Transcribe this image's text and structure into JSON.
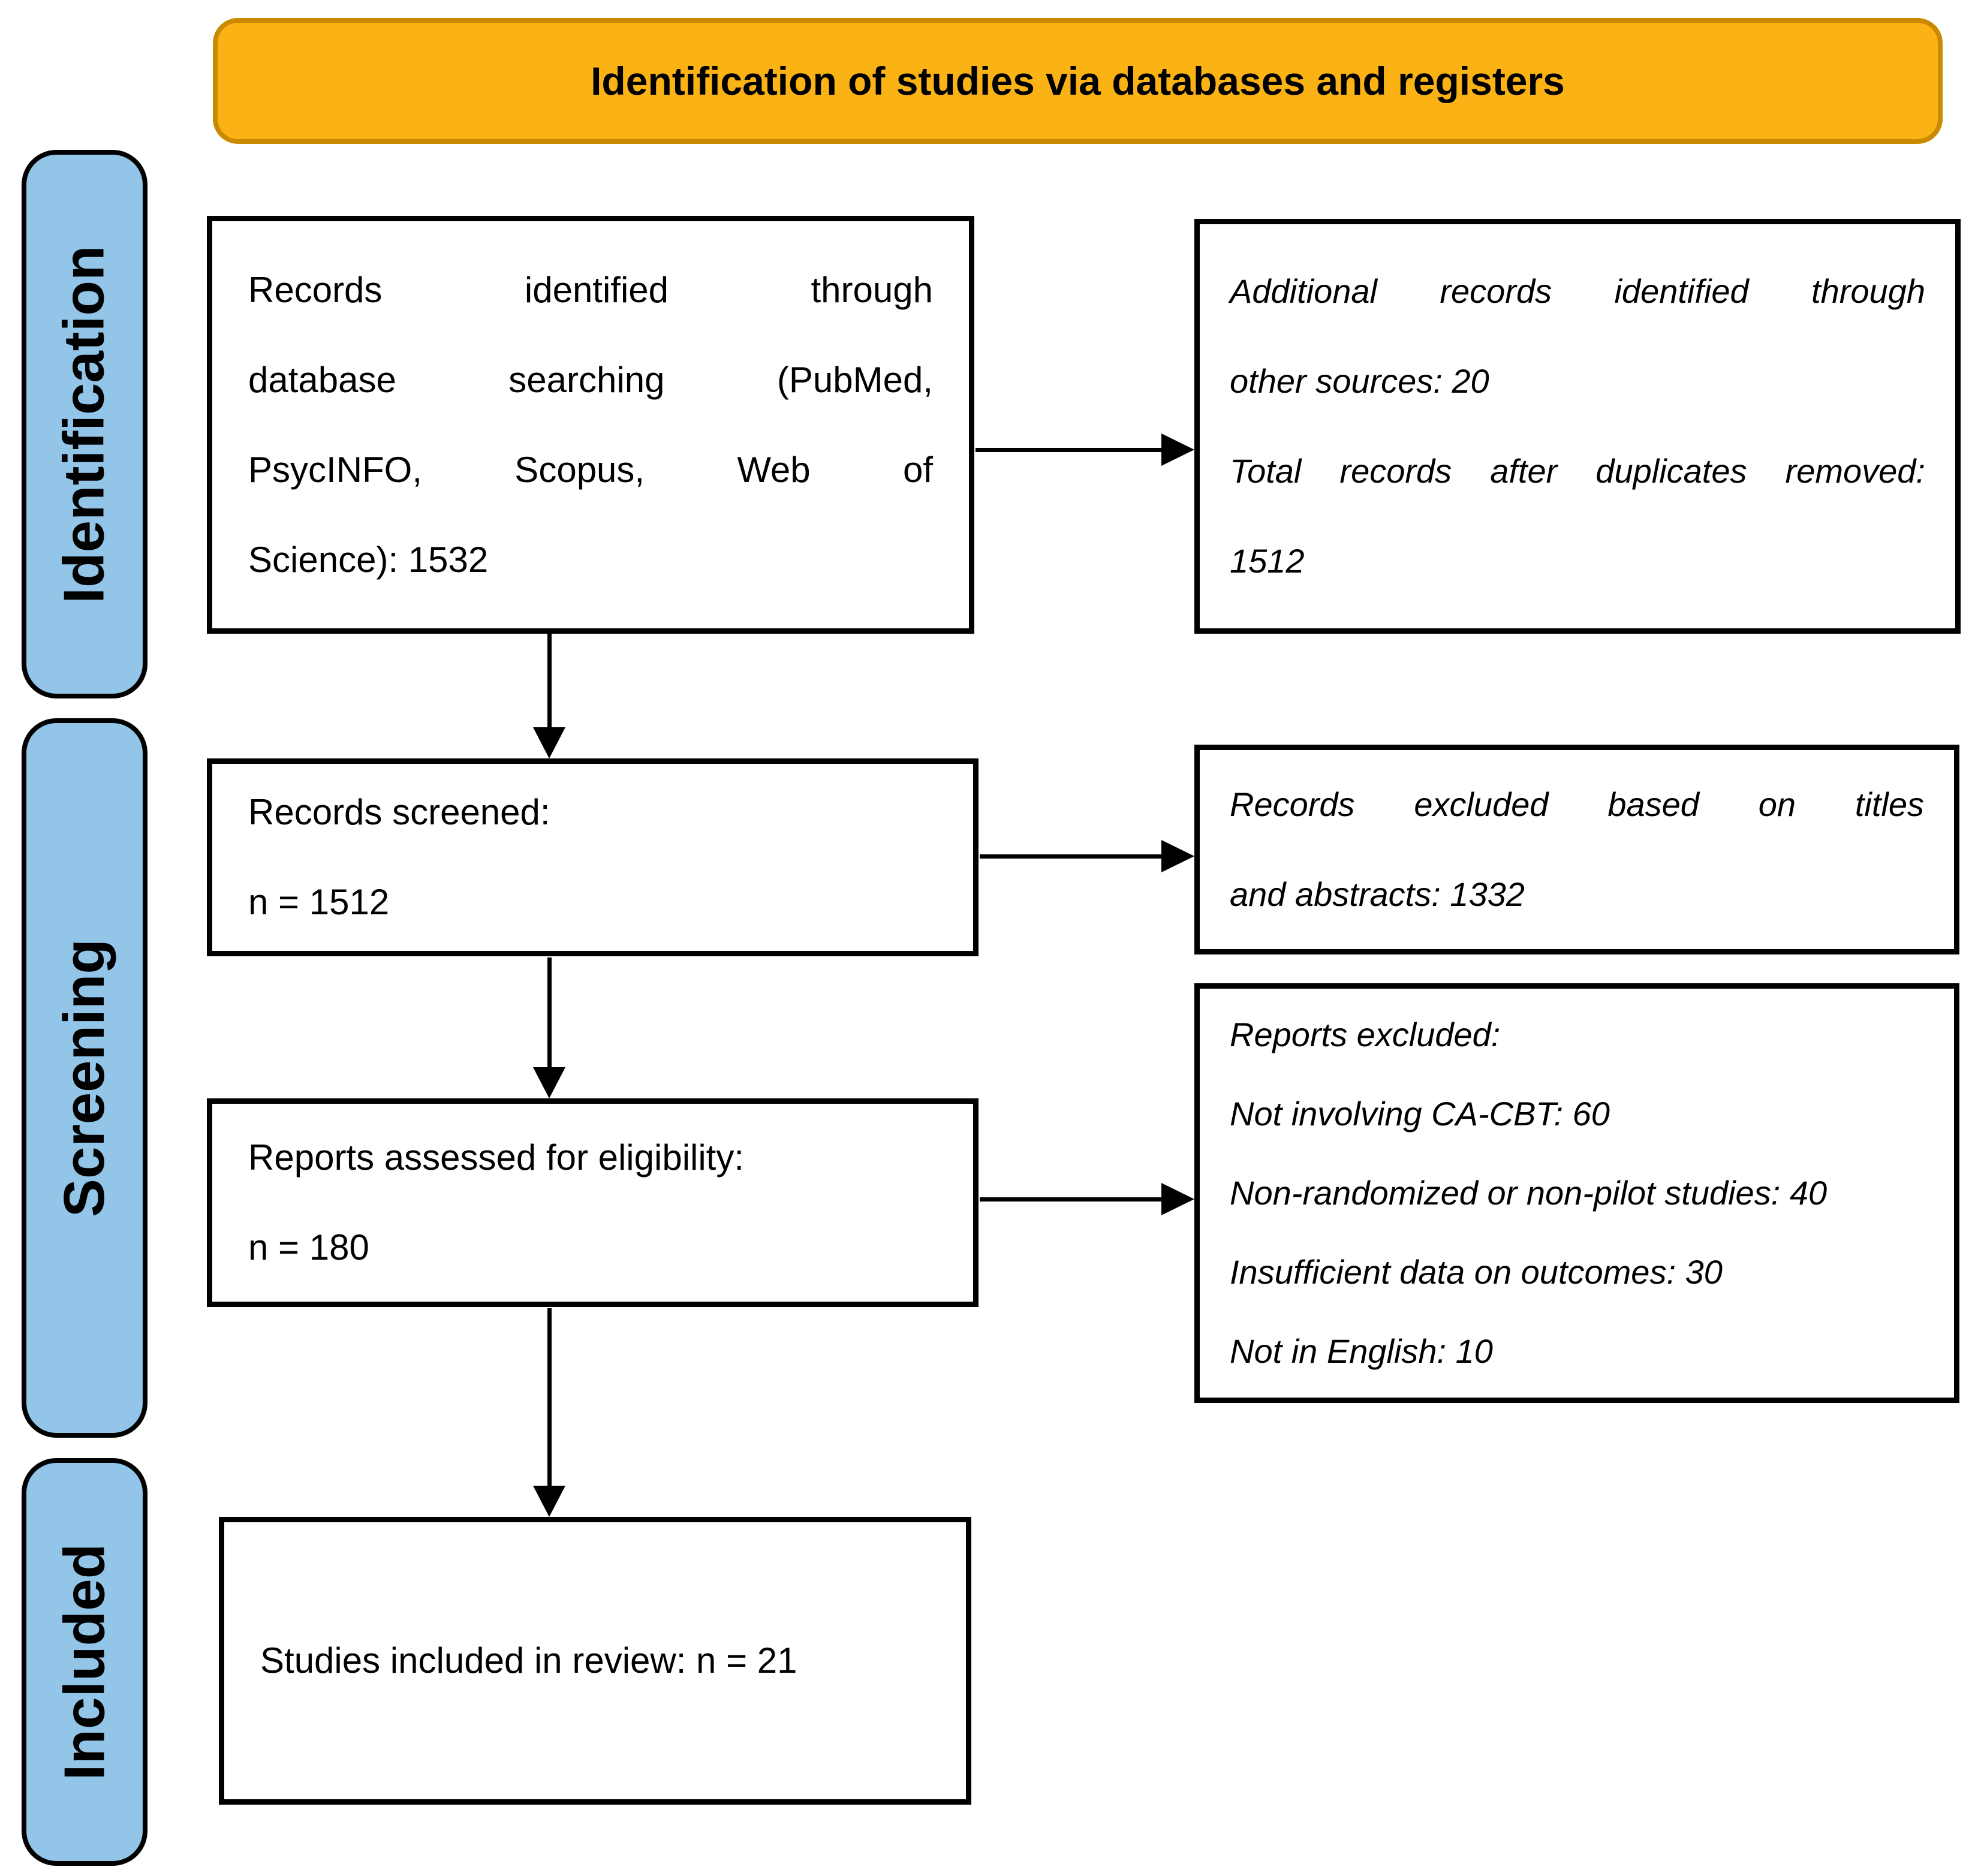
{
  "banner": {
    "label": "Identification of studies via databases and registers",
    "fill": "#FBB215",
    "border": "#C98A00"
  },
  "stages": [
    {
      "label": "Identification"
    },
    {
      "label": "Screening"
    },
    {
      "label": "Included"
    }
  ],
  "stage_fill": "#92C5E8",
  "boxes": {
    "records_identified": {
      "lines": [
        "Records identified through",
        "database searching (PubMed,",
        "PsycINFO, Scopus, Web of",
        "Science): 1532"
      ]
    },
    "additional_records": {
      "lines": [
        "Additional records identified through",
        "other sources: 20",
        "Total records after duplicates removed:",
        "1512"
      ]
    },
    "records_screened": {
      "lines": [
        "Records screened:",
        "n = 1512"
      ]
    },
    "records_excluded": {
      "lines": [
        "Records excluded based on titles",
        "and abstracts: 1332"
      ]
    },
    "reports_assessed": {
      "lines": [
        "Reports assessed for eligibility:",
        "n = 180"
      ]
    },
    "reports_excluded": {
      "lines": [
        "Reports excluded:",
        "Not involving CA-CBT: 60",
        "Non-randomized or non-pilot studies: 40",
        "Insufficient data on outcomes: 30",
        "Not in English: 10"
      ]
    },
    "studies_included": {
      "lines": [
        "Studies included in review: n = 21"
      ]
    }
  }
}
